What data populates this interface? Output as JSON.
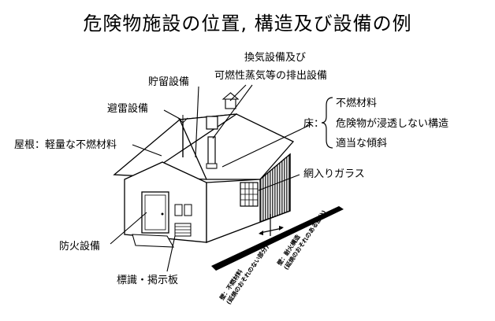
{
  "title": "危険物施設の位置, 構造及び設備の例",
  "labels": {
    "ventilation_line1": "換気設備及び",
    "ventilation_line2": "可燃性蒸気等の排出設備",
    "storage_equipment": "貯留設備",
    "lightning_equipment": "避雷設備",
    "roof": "屋根：軽量な不燃材料",
    "floor_heading": "床：",
    "floor_items": [
      "不燃材料",
      "危険物が浸透しない構造",
      "適当な傾斜"
    ],
    "wired_glass": "網入りガラス",
    "fire_equipment": "防火設備",
    "sign_board": "標識・掲示板"
  },
  "wall_notes": {
    "left": [
      "壁：不燃材料",
      "(延焼のおそれのない部分)"
    ],
    "right": [
      "壁：耐火構造",
      "(延焼のおそれのある部分)"
    ]
  },
  "colors": {
    "line": "#000000",
    "background": "#ffffff",
    "hatch_wall": "#555555"
  }
}
